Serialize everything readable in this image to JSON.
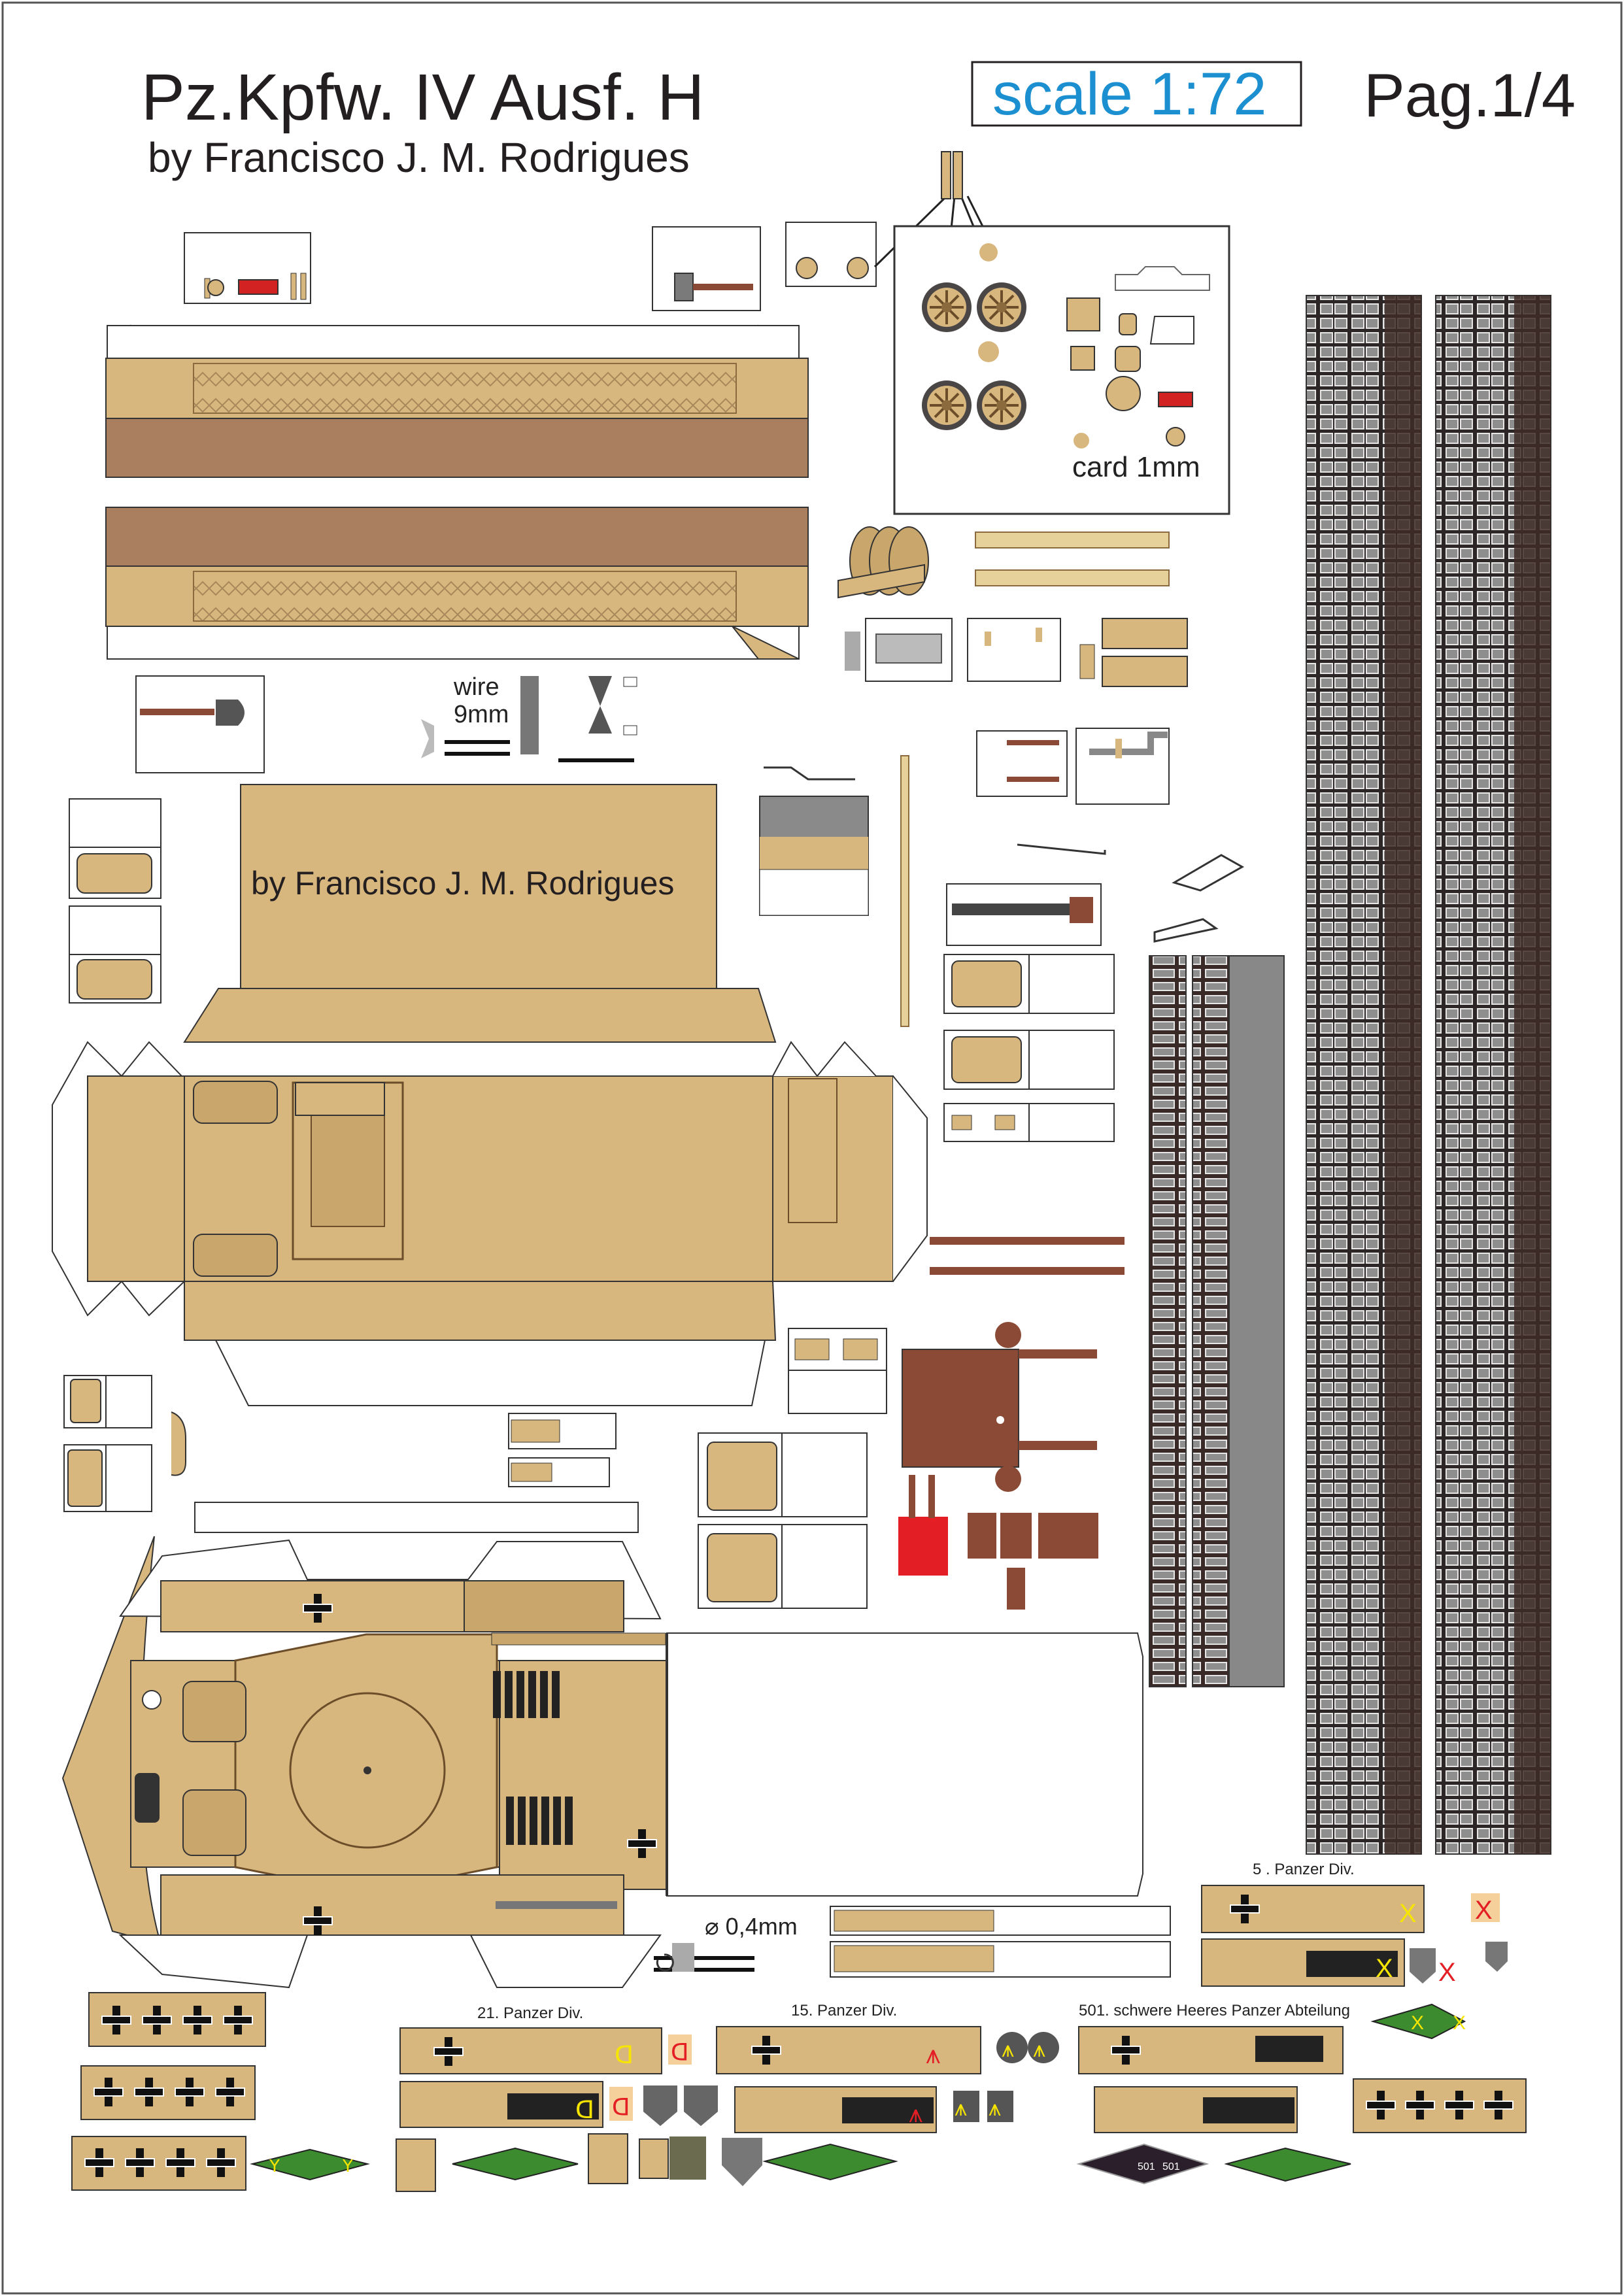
{
  "header": {
    "title": "Pz.Kpfw. IV Ausf. H",
    "author": "by Francisco J. M. Rodrigues",
    "scale": "scale 1:72",
    "page": "Pag.1/4"
  },
  "parts": {
    "wire_label": "wire",
    "wire_length": "9mm",
    "card_label": "card 1mm",
    "hull_author": "by Francisco J. M. Rodrigues",
    "rod_label": "⌀ 0,4mm"
  },
  "decals": {
    "div5": "5 . Panzer Div.",
    "div21": "21. Panzer Div.",
    "div15": "15. Panzer Div.",
    "abt501": "501. schwere Heeres Panzer Abteilung",
    "num501": "501"
  },
  "colors": {
    "sand": "#d8b77f",
    "sand_dark": "#c9a66b",
    "brown": "#a97f60",
    "rust": "#8a4a35",
    "track": "#2c2627",
    "scale_blue": "#1b8fd0",
    "decal_red": "#e31e24",
    "decal_yellow": "#f6e500",
    "decal_green": "#3c8b2f"
  },
  "icons": [
    "balkenkreuz-icon",
    "palm-swastika-icon",
    "road-wheel-icon",
    "hatch-icon",
    "periscope-icon",
    "rotate-arrow-icon"
  ]
}
